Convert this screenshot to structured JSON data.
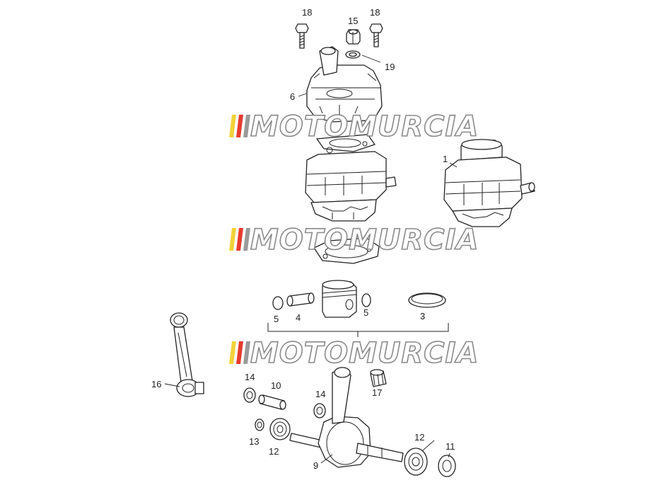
{
  "watermark": {
    "text": "MOTOMURCIA",
    "stripe_colors": [
      "#f2d23a",
      "#e63b2e",
      "#9a9a9a"
    ]
  },
  "callouts": {
    "c18a": "18",
    "c15": "15",
    "c18b": "18",
    "c19": "19",
    "c6": "6",
    "c1": "1",
    "c5a": "5",
    "c4": "4",
    "c5b": "5",
    "c3": "3",
    "c16": "16",
    "c14a": "14",
    "c10": "10",
    "c14b": "14",
    "c17": "17",
    "c13": "13",
    "c12a": "12",
    "c9": "9",
    "c12b": "12",
    "c11": "11"
  }
}
